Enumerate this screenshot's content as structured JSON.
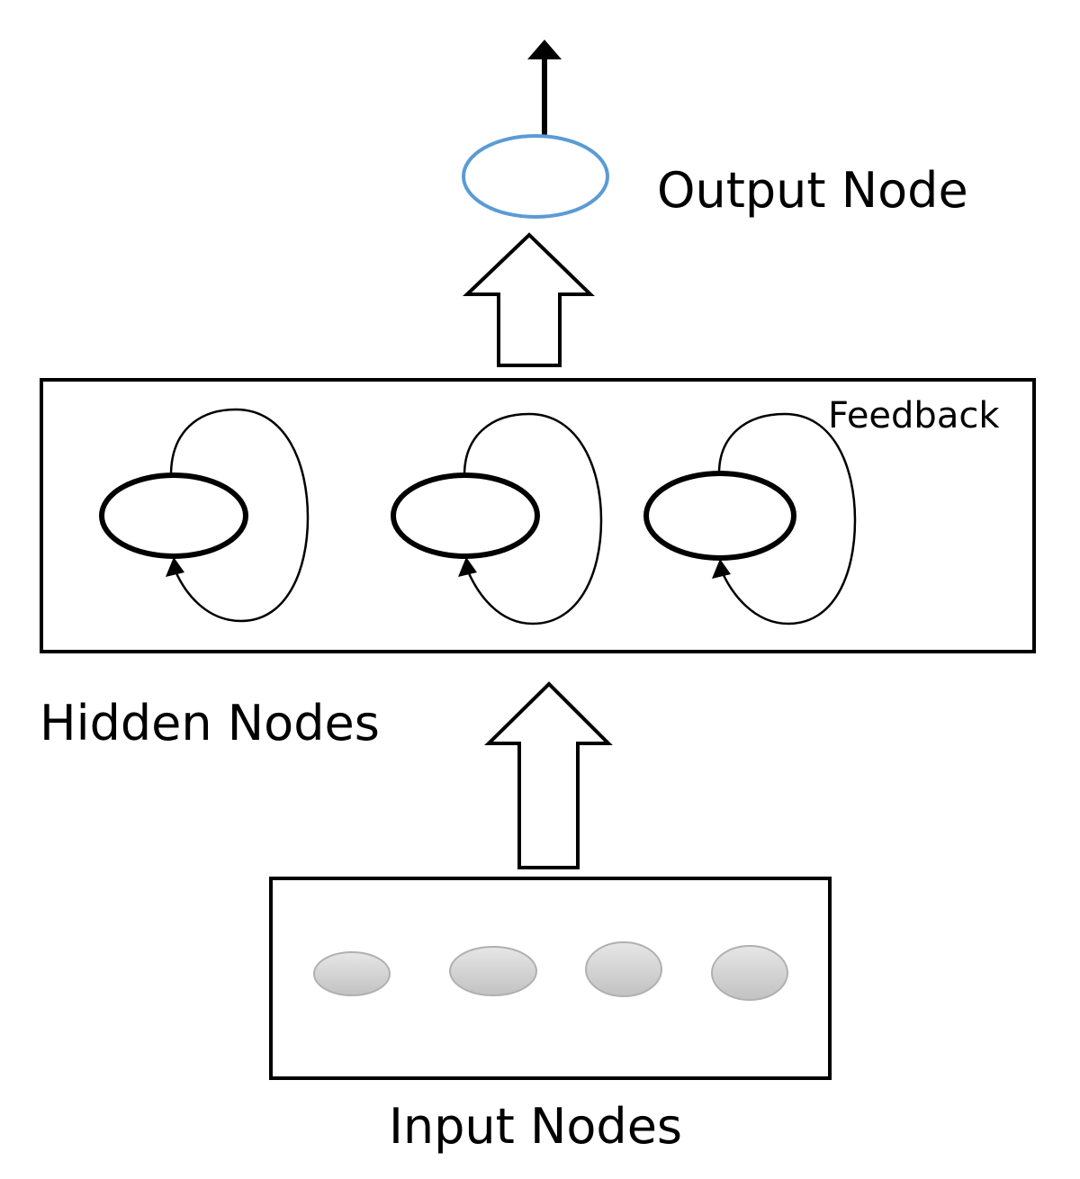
{
  "labels": {
    "output": "Output Node",
    "hidden": "Hidden Nodes",
    "feedback": "Feedback",
    "input": "Input Nodes"
  },
  "colors": {
    "output_node_stroke": "#5b9bd5",
    "input_node_fill_top": "#e6e6e6",
    "input_node_fill_bottom": "#c2c2c2",
    "input_node_stroke": "#b0b0b0",
    "line": "#000000"
  },
  "counts": {
    "hidden_nodes": 3,
    "input_nodes": 4
  }
}
